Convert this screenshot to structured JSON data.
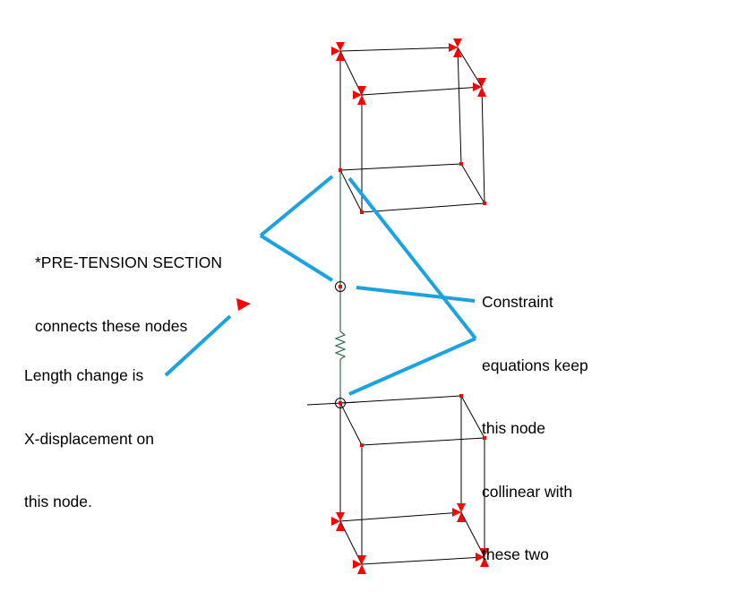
{
  "annotations": {
    "pretension": {
      "lines": [
        "*PRE-TENSION SECTION",
        "connects these nodes"
      ]
    },
    "constraint": {
      "lines": [
        "Constraint",
        "equations keep",
        "this node",
        "collinear with",
        "these two"
      ]
    },
    "length_change": {
      "lines": [
        "Length change is",
        "X-displacement on",
        "this node."
      ]
    }
  },
  "colors": {
    "mesh_edge": "#000000",
    "bar_element": "#2f6f4f",
    "node": "#ff0000",
    "boundary_marker": "#ff0000",
    "leader_line": "#1aa3e0",
    "text": "#000000"
  },
  "icons": [
    "boundary-marker-icon",
    "spring-element-icon",
    "node-circle-icon",
    "reference-arrow-icon"
  ]
}
